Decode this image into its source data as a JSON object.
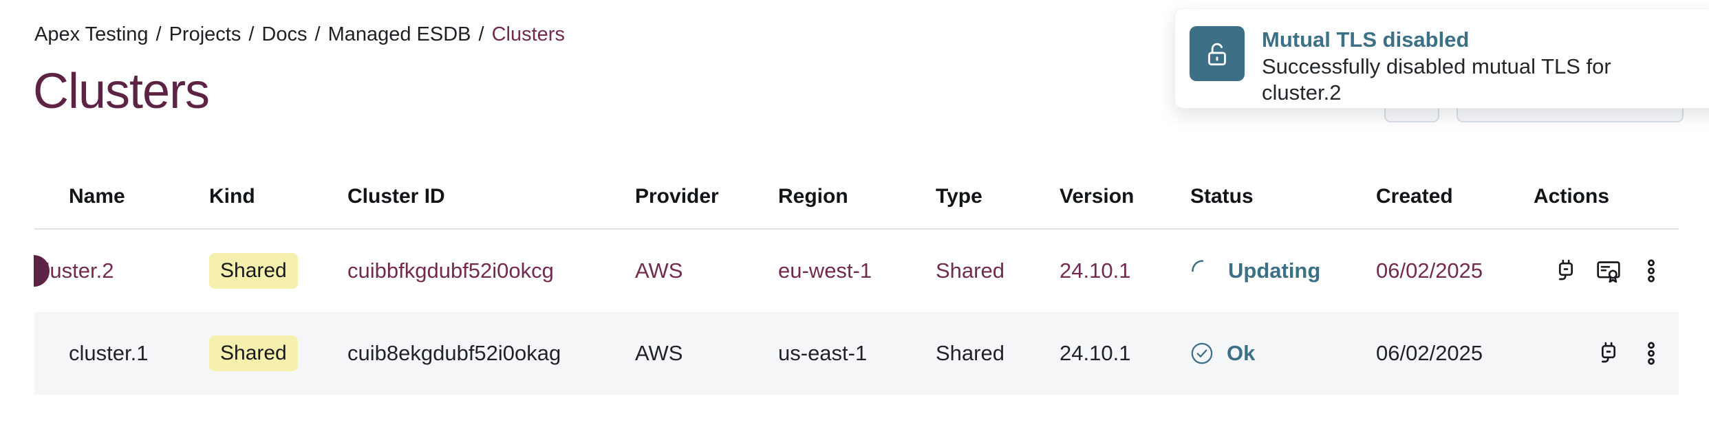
{
  "breadcrumb": {
    "separator": "/",
    "items": [
      "Apex Testing",
      "Projects",
      "Docs",
      "Managed ESDB",
      "Clusters"
    ]
  },
  "page": {
    "title": "Clusters"
  },
  "toast": {
    "title": "Mutual TLS disabled",
    "message": "Successfully disabled mutual TLS for cluster.2",
    "icon": "unlock-icon"
  },
  "toolbar": {
    "refresh_icon": "refresh-icon",
    "dropdown_icon": "chevron-down-icon"
  },
  "table": {
    "columns": [
      "Name",
      "Kind",
      "Cluster ID",
      "Provider",
      "Region",
      "Type",
      "Version",
      "Status",
      "Created",
      "Actions"
    ],
    "rows": [
      {
        "name": "cluster.2",
        "kind": "Shared",
        "cluster_id": "cuibbfkgdubf52i0okcg",
        "provider": "AWS",
        "region": "eu-west-1",
        "type": "Shared",
        "version": "24.10.1",
        "status": "Updating",
        "status_kind": "updating",
        "created": "06/02/2025",
        "highlighted": true,
        "action_icons": [
          "plug-icon",
          "certificate-icon",
          "kebab-menu-icon"
        ]
      },
      {
        "name": "cluster.1",
        "kind": "Shared",
        "cluster_id": "cuib8ekgdubf52i0okag",
        "provider": "AWS",
        "region": "us-east-1",
        "type": "Shared",
        "version": "24.10.1",
        "status": "Ok",
        "status_kind": "ok",
        "created": "06/02/2025",
        "highlighted": false,
        "action_icons": [
          "plug-icon",
          "kebab-menu-icon"
        ]
      }
    ]
  },
  "colors": {
    "accent_maroon": "#5d2344",
    "link_maroon": "#722b4e",
    "teal": "#3c7086",
    "badge_yellow": "#f6f0ae",
    "row_alt_bg": "#f4f6f8",
    "border_gray": "#dfe3e8"
  }
}
